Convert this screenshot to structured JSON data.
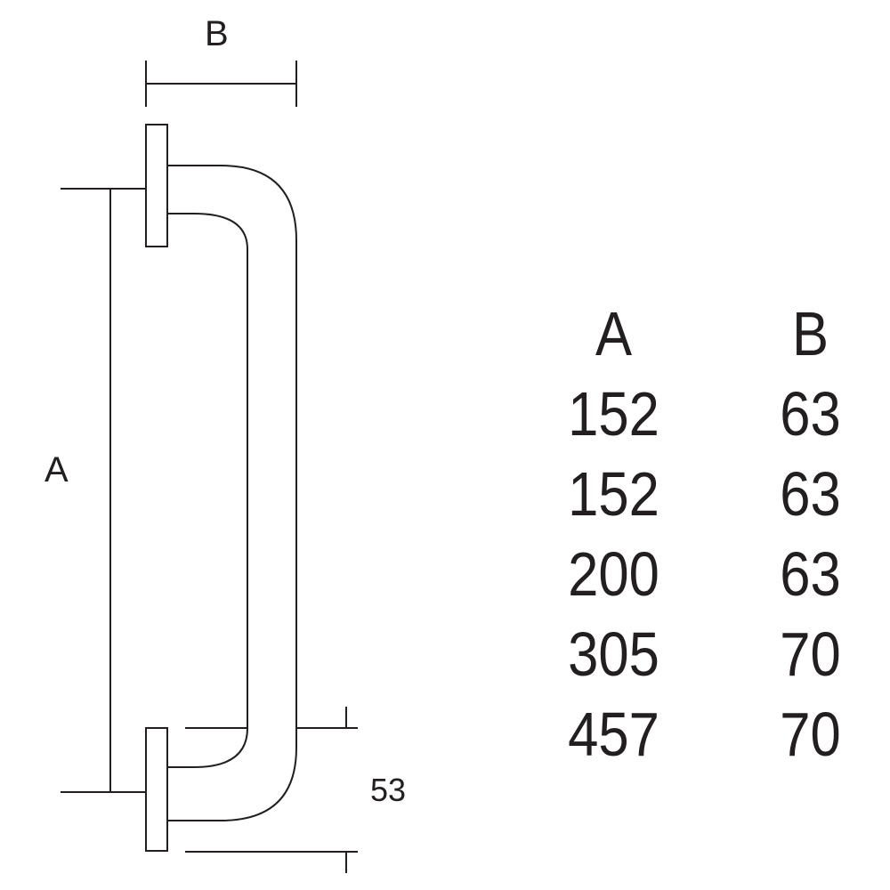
{
  "labels": {
    "dim_b": "B",
    "dim_a": "A",
    "dim_depth": "53"
  },
  "table": {
    "headers": [
      "A",
      "B"
    ],
    "rows": [
      [
        "152",
        "63"
      ],
      [
        "152",
        "63"
      ],
      [
        "200",
        "63"
      ],
      [
        "305",
        "70"
      ],
      [
        "457",
        "70"
      ]
    ]
  },
  "colors": {
    "line": "#231f20",
    "background": "#ffffff"
  }
}
